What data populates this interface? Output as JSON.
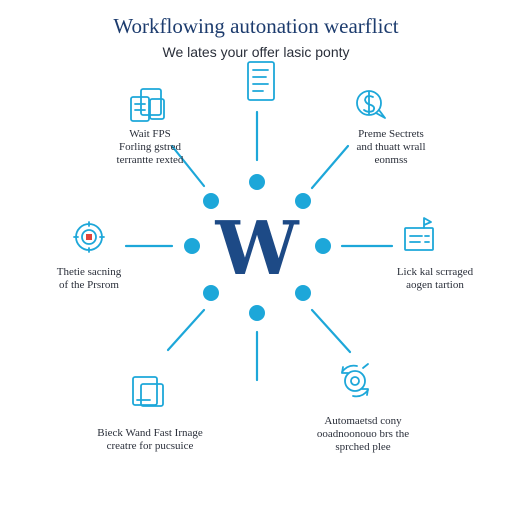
{
  "header": {
    "title": "Workflowing autonation wearflict",
    "subtitle": "We lates your offer lasic ponty"
  },
  "hub": {
    "letter": "W"
  },
  "nodes": [
    {
      "id": "top",
      "icon": "document-icon",
      "label": []
    },
    {
      "id": "top-left",
      "icon": "devices-icon",
      "label": [
        "Wait FPS",
        "Forling gstred",
        "terrantte rexted"
      ]
    },
    {
      "id": "top-right",
      "icon": "money-chat-icon",
      "label": [
        "Preme Sectrets",
        "and thuatt wrall",
        "eonmss"
      ]
    },
    {
      "id": "left",
      "icon": "target-icon",
      "label": [
        "Thetie sacning",
        "of the Prsrom"
      ]
    },
    {
      "id": "right",
      "icon": "form-flag-icon",
      "label": [
        "Lick kal scrraged",
        "aogen tartion"
      ]
    },
    {
      "id": "bottom-left",
      "icon": "screens-icon",
      "label": [
        "Bieck Wand Fast Irnage",
        "creatre for pucsuice"
      ]
    },
    {
      "id": "bottom-right",
      "icon": "gear-cycle-icon",
      "label": [
        "Automaetsd cony",
        "ooadnoonouo brs the",
        "sprched plee"
      ]
    }
  ],
  "colors": {
    "accent": "#1da7d9",
    "hub": "#1d4a86",
    "title": "#1d3c6e"
  }
}
